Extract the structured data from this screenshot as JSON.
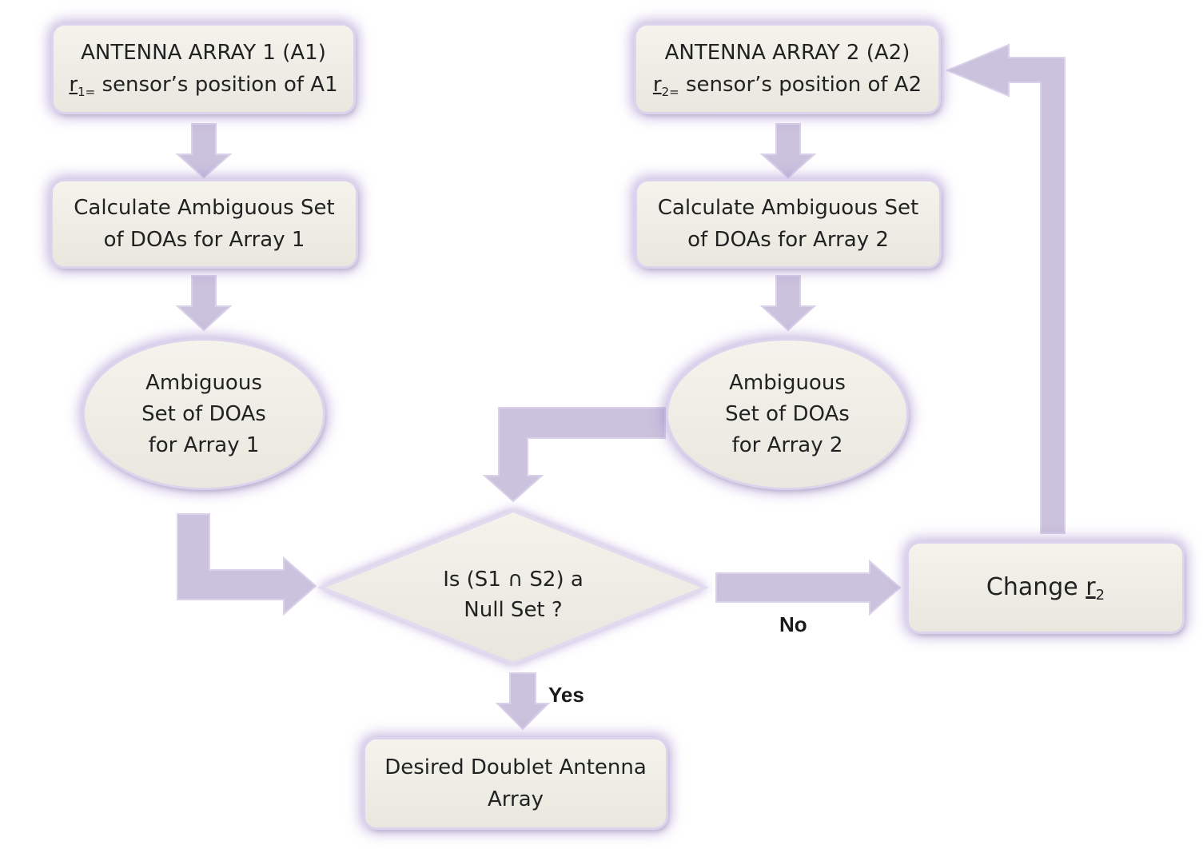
{
  "nodes": {
    "array1": {
      "line1": "ANTENNA ARRAY 1 (A1)",
      "r": "r",
      "sub": "1=",
      "rest": " sensor’s position of A1"
    },
    "array2": {
      "line1": "ANTENNA ARRAY 2 (A2)",
      "r": "r",
      "sub": "2=",
      "rest": " sensor’s position of A2"
    },
    "calc1": {
      "line1": "Calculate Ambiguous Set",
      "line2": "of DOAs for Array 1"
    },
    "calc2": {
      "line1": "Calculate Ambiguous Set",
      "line2": "of DOAs for Array 2"
    },
    "set1": {
      "line1": "Ambiguous",
      "line2": "Set of DOAs",
      "line3": "for Array 1"
    },
    "set2": {
      "line1": "Ambiguous",
      "line2": "Set of DOAs",
      "line3": "for Array 2"
    },
    "decision": {
      "line1": "Is (S1 ∩ S2)  a",
      "line2": "Null Set ?"
    },
    "change": {
      "prefix": "Change ",
      "r": "r",
      "sub": "2"
    },
    "result": {
      "line1": "Desired Doublet Antenna",
      "line2": "Array"
    }
  },
  "edges": {
    "no_label": "No",
    "yes_label": "Yes"
  },
  "colors": {
    "node_fill": "#ecebe3",
    "arrow_fill": "#cbc2dd",
    "glow": "#b9a6d8"
  }
}
